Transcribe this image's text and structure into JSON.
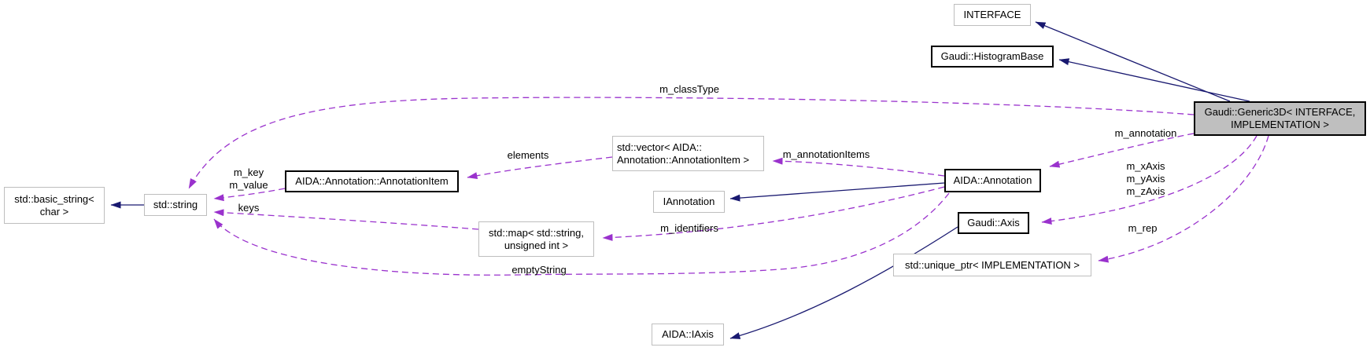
{
  "nodes": {
    "generic3d": {
      "lines": [
        "Gaudi::Generic3D< INTERFACE,",
        "IMPLEMENTATION >"
      ]
    },
    "interface": {
      "label": "INTERFACE"
    },
    "histogram_base": {
      "label": "Gaudi::HistogramBase"
    },
    "vector_annotation_item": {
      "lines": [
        "std::vector< AIDA::",
        "Annotation::AnnotationItem >"
      ]
    },
    "aida_annotation": {
      "label": "AIDA::Annotation"
    },
    "iannotation": {
      "label": "IAnnotation"
    },
    "gaudi_axis": {
      "label": "Gaudi::Axis"
    },
    "unique_ptr": {
      "label": "std::unique_ptr< IMPLEMENTATION >"
    },
    "aida_iaxis": {
      "label": "AIDA::IAxis"
    },
    "basic_string": {
      "lines": [
        "std::basic_string<",
        "char >"
      ]
    },
    "std_string": {
      "label": "std::string"
    },
    "annotation_item": {
      "label": "AIDA::Annotation::AnnotationItem"
    },
    "std_map": {
      "lines": [
        "std::map< std::string,",
        "unsigned int >"
      ]
    }
  },
  "edge_labels": {
    "m_classType": "m_classType",
    "m_annotation": "m_annotation",
    "m_axes": "m_xAxis\nm_yAxis\nm_zAxis",
    "m_rep": "m_rep",
    "m_annotationItems": "m_annotationItems",
    "elements": "elements",
    "m_key_value": "m_key\nm_value",
    "keys": "keys",
    "m_identifiers": "m_identifiers",
    "emptyString": "emptyString"
  },
  "colors": {
    "inheritance_edge": "#191970",
    "usage_edge": "#9a32cd",
    "main_node_fill": "#bfbfbf",
    "documented_node_border": "#000000",
    "external_node_border": "#bebebe"
  }
}
